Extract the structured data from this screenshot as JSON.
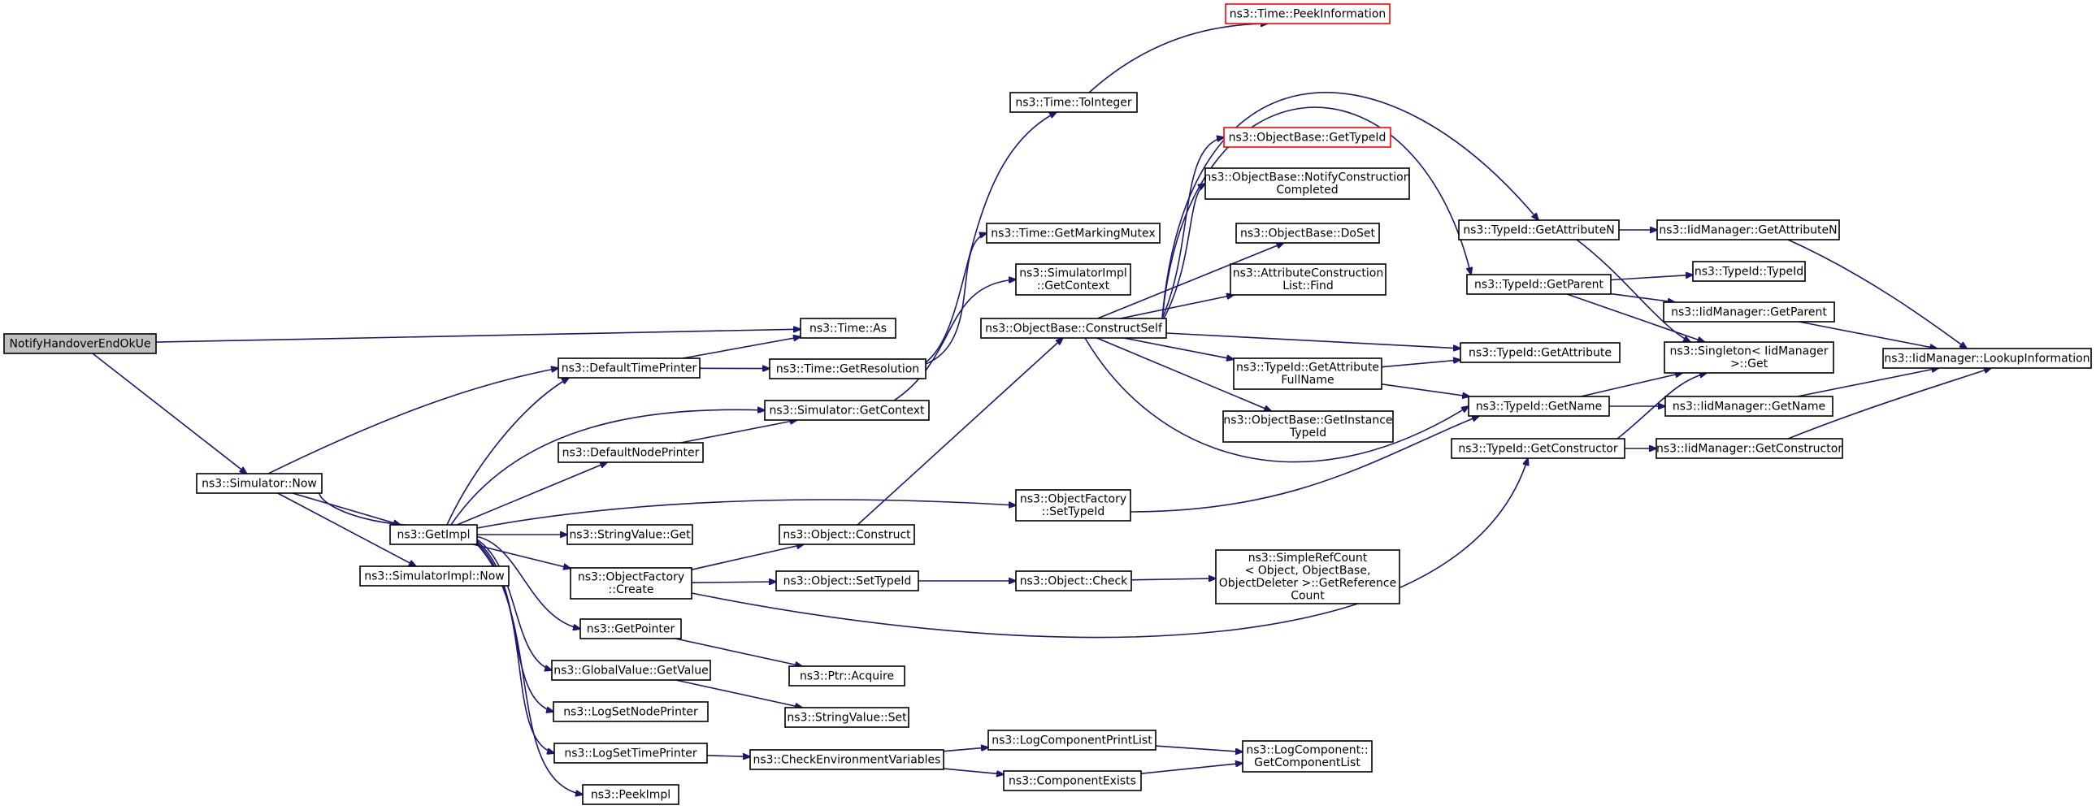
{
  "graph": {
    "nodes": [
      {
        "id": "root",
        "lines": [
          "NotifyHandoverEndOkUe"
        ],
        "style": "root"
      },
      {
        "id": "sim_now",
        "lines": [
          "ns3::Simulator::Now"
        ]
      },
      {
        "id": "getimpl",
        "lines": [
          "ns3::GetImpl"
        ]
      },
      {
        "id": "simimpl_now",
        "lines": [
          "ns3::SimulatorImpl::Now"
        ]
      },
      {
        "id": "deftimeprinter",
        "lines": [
          "ns3::DefaultTimePrinter"
        ]
      },
      {
        "id": "defnodeprinter",
        "lines": [
          "ns3::DefaultNodePrinter"
        ]
      },
      {
        "id": "stringvalue_get",
        "lines": [
          "ns3::StringValue::Get"
        ]
      },
      {
        "id": "objfactory_create",
        "lines": [
          "ns3::ObjectFactory",
          "::Create"
        ]
      },
      {
        "id": "getpointer",
        "lines": [
          "ns3::GetPointer"
        ]
      },
      {
        "id": "globalvalue_get",
        "lines": [
          "ns3::GlobalValue::GetValue"
        ]
      },
      {
        "id": "logsetnodeprinter",
        "lines": [
          "ns3::LogSetNodePrinter"
        ]
      },
      {
        "id": "logsettimeprinter",
        "lines": [
          "ns3::LogSetTimePrinter"
        ]
      },
      {
        "id": "peekimpl",
        "lines": [
          "ns3::PeekImpl"
        ]
      },
      {
        "id": "time_as",
        "lines": [
          "ns3::Time::As"
        ]
      },
      {
        "id": "time_getres",
        "lines": [
          "ns3::Time::GetResolution"
        ]
      },
      {
        "id": "sim_getcontext",
        "lines": [
          "ns3::Simulator::GetContext"
        ]
      },
      {
        "id": "object_construct",
        "lines": [
          "ns3::Object::Construct"
        ]
      },
      {
        "id": "object_settypeid",
        "lines": [
          "ns3::Object::SetTypeId"
        ]
      },
      {
        "id": "ptr_acquire",
        "lines": [
          "ns3::Ptr::Acquire"
        ]
      },
      {
        "id": "stringvalue_set",
        "lines": [
          "ns3::StringValue::Set"
        ]
      },
      {
        "id": "checkenv",
        "lines": [
          "ns3::CheckEnvironmentVariables"
        ]
      },
      {
        "id": "time_tointeger",
        "lines": [
          "ns3::Time::ToInteger"
        ]
      },
      {
        "id": "time_getmarking",
        "lines": [
          "ns3::Time::GetMarkingMutex"
        ]
      },
      {
        "id": "simimpl_getcontext",
        "lines": [
          "ns3::SimulatorImpl",
          "::GetContext"
        ]
      },
      {
        "id": "objbase_constructself",
        "lines": [
          "ns3::ObjectBase::ConstructSelf"
        ]
      },
      {
        "id": "objfactory_settypeid",
        "lines": [
          "ns3::ObjectFactory",
          "::SetTypeId"
        ]
      },
      {
        "id": "object_check",
        "lines": [
          "ns3::Object::Check"
        ]
      },
      {
        "id": "logcompprintlist",
        "lines": [
          "ns3::LogComponentPrintList"
        ]
      },
      {
        "id": "compexists",
        "lines": [
          "ns3::ComponentExists"
        ]
      },
      {
        "id": "time_peekinfo",
        "lines": [
          "ns3::Time::PeekInformation"
        ],
        "style": "red"
      },
      {
        "id": "objbase_gettypeid",
        "lines": [
          "ns3::ObjectBase::GetTypeId"
        ],
        "style": "red"
      },
      {
        "id": "objbase_notify",
        "lines": [
          "ns3::ObjectBase::NotifyConstruction",
          "Completed"
        ]
      },
      {
        "id": "objbase_doset",
        "lines": [
          "ns3::ObjectBase::DoSet"
        ]
      },
      {
        "id": "attrconstr_find",
        "lines": [
          "ns3::AttributeConstruction",
          "List::Find"
        ]
      },
      {
        "id": "typeid_getattrfullname",
        "lines": [
          "ns3::TypeId::GetAttribute",
          "FullName"
        ]
      },
      {
        "id": "objbase_getinstance",
        "lines": [
          "ns3::ObjectBase::GetInstance",
          "TypeId"
        ]
      },
      {
        "id": "simplerefcount",
        "lines": [
          "ns3::SimpleRefCount",
          "< Object, ObjectBase,",
          "ObjectDeleter >::GetReference",
          "Count"
        ]
      },
      {
        "id": "logcomp_getlist",
        "lines": [
          "ns3::LogComponent::",
          "GetComponentList"
        ]
      },
      {
        "id": "typeid_getattrn",
        "lines": [
          "ns3::TypeId::GetAttributeN"
        ]
      },
      {
        "id": "typeid_getparent",
        "lines": [
          "ns3::TypeId::GetParent"
        ]
      },
      {
        "id": "typeid_getattr",
        "lines": [
          "ns3::TypeId::GetAttribute"
        ]
      },
      {
        "id": "typeid_getname",
        "lines": [
          "ns3::TypeId::GetName"
        ]
      },
      {
        "id": "typeid_getconstructor",
        "lines": [
          "ns3::TypeId::GetConstructor"
        ]
      },
      {
        "id": "iid_getattrn",
        "lines": [
          "ns3::IidManager::GetAttributeN"
        ]
      },
      {
        "id": "typeid_typeid",
        "lines": [
          "ns3::TypeId::TypeId"
        ]
      },
      {
        "id": "iid_getparent",
        "lines": [
          "ns3::IidManager::GetParent"
        ]
      },
      {
        "id": "singleton_get",
        "lines": [
          "ns3::Singleton< IidManager",
          " >::Get"
        ]
      },
      {
        "id": "iid_getname",
        "lines": [
          "ns3::IidManager::GetName"
        ]
      },
      {
        "id": "iid_getconstructor",
        "lines": [
          "ns3::IidManager::GetConstructor"
        ]
      },
      {
        "id": "iid_lookup",
        "lines": [
          "ns3::IidManager::LookupInformation"
        ]
      }
    ]
  }
}
